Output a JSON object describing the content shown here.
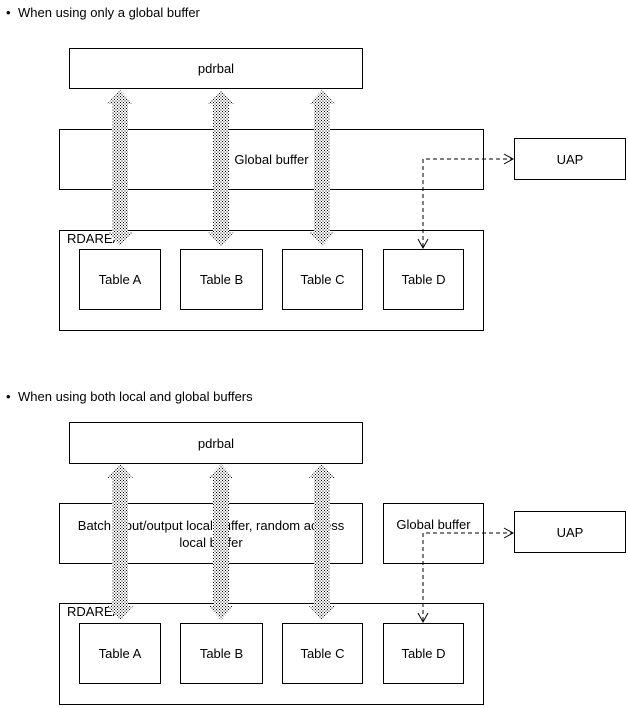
{
  "section1": {
    "heading": "When using only a global buffer",
    "pdrbal": "pdrbal",
    "buffer": "Global buffer",
    "uap": "UAP",
    "rdarea": "RDAREA",
    "tables": [
      "Table A",
      "Table B",
      "Table C",
      "Table D"
    ]
  },
  "section2": {
    "heading": "When using both local and global buffers",
    "pdrbal": "pdrbal",
    "local_buffer": "Batch input/output local buffer, random access local buffer",
    "global_buffer": "Global buffer",
    "uap": "UAP",
    "rdarea": "RDAREA",
    "tables": [
      "Table A",
      "Table B",
      "Table C",
      "Table D"
    ]
  },
  "bullet": "•"
}
